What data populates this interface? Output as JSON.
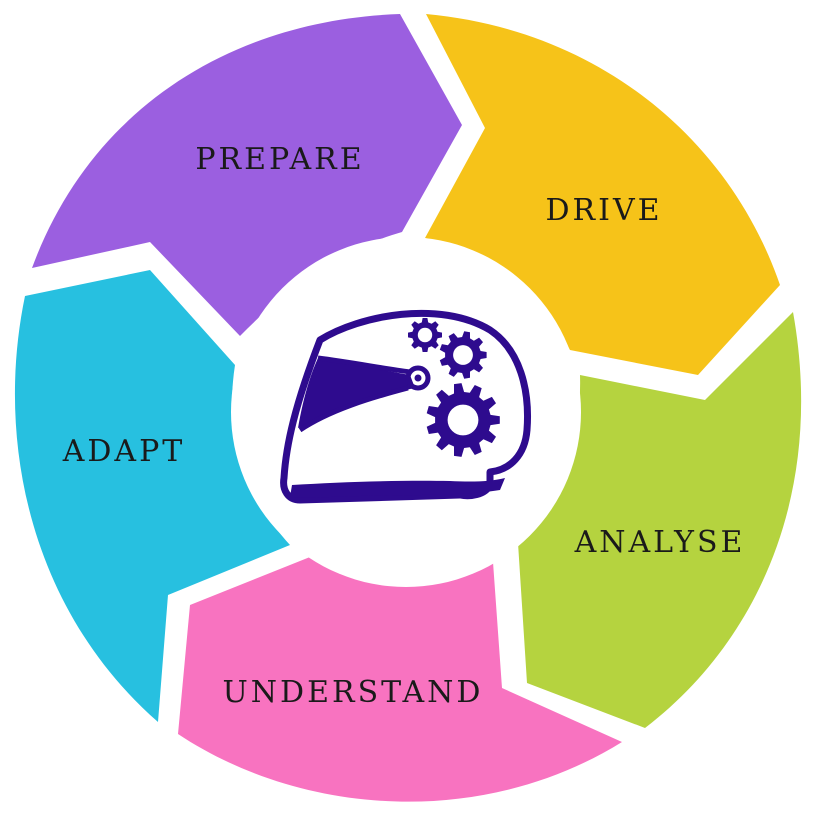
{
  "stages": [
    {
      "label": "PREPARE",
      "color": "#9B5FE0"
    },
    {
      "label": "DRIVE",
      "color": "#F6C319"
    },
    {
      "label": "ANALYSE",
      "color": "#B5D33F"
    },
    {
      "label": "UNDERSTAND",
      "color": "#F873C0"
    },
    {
      "label": "ADAPT",
      "color": "#27C0E0"
    }
  ],
  "center": {
    "icon": "racing-helmet-with-gears-icon",
    "icon_color": "#2E0B8E"
  }
}
